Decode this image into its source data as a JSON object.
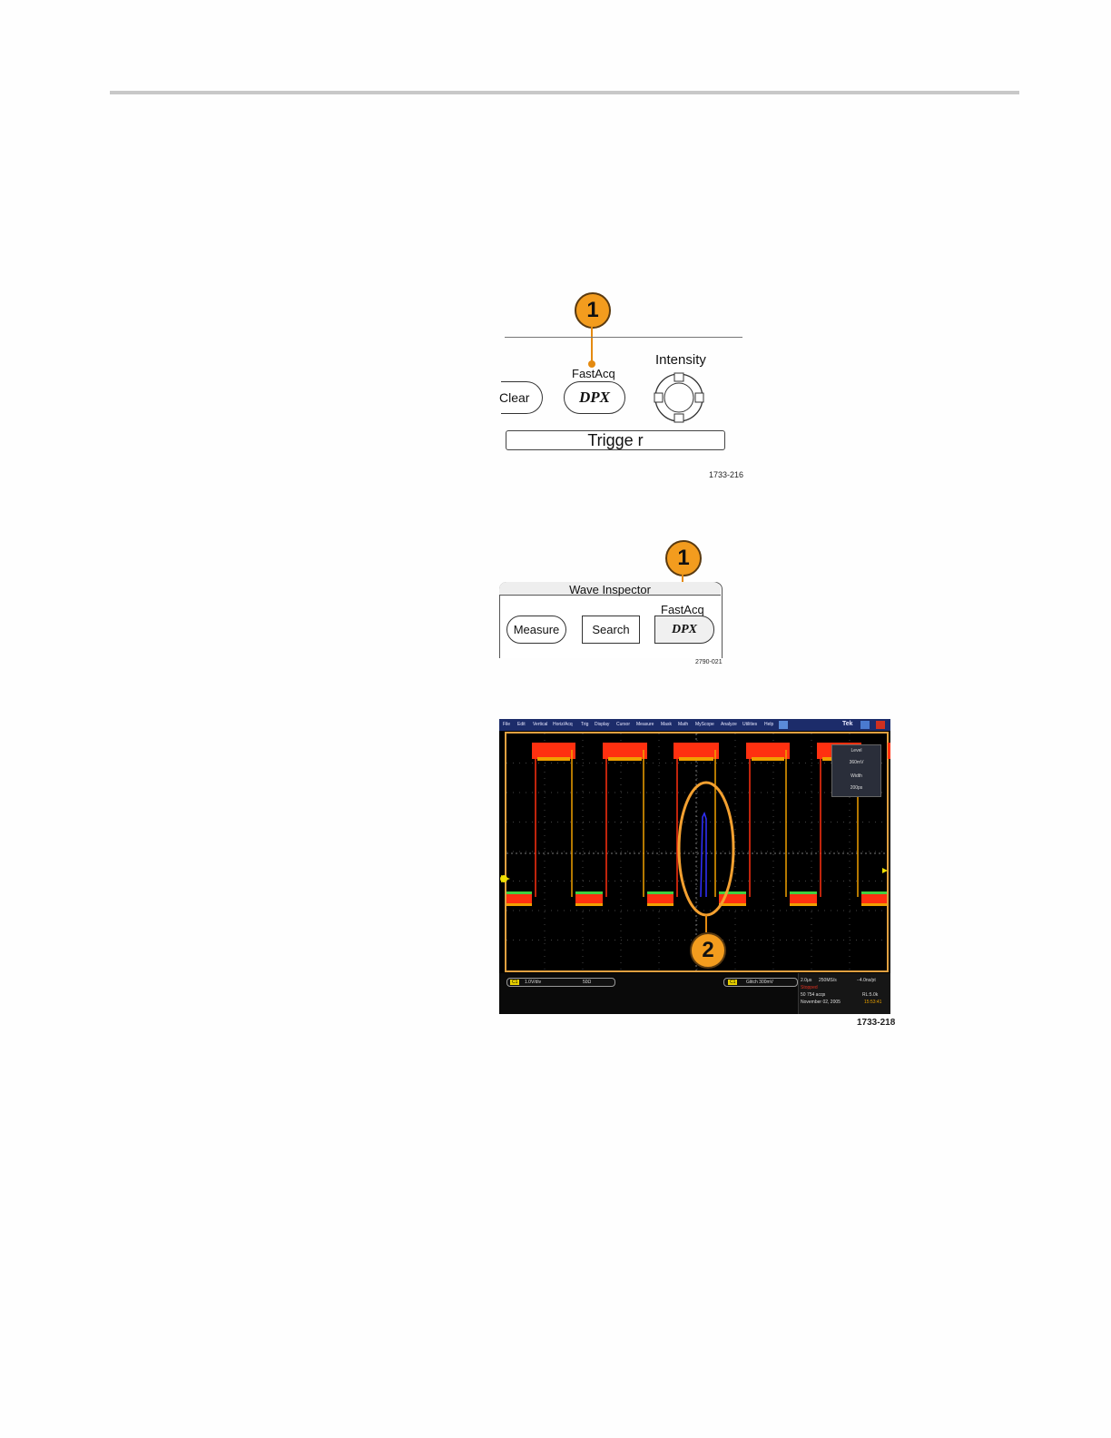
{
  "figure1": {
    "callout": "1",
    "fastacq_label": "FastAcq",
    "dpx_label": "DPX",
    "intensity_label": "Intensity",
    "clear_label": "Clear",
    "trigger_label": "Trigge r",
    "figure_id": "1733-216"
  },
  "figure2": {
    "callout": "1",
    "panel_title": "Wave Inspector",
    "fastacq_label": "FastAcq",
    "measure_label": "Measure",
    "search_label": "Search",
    "dpx_label": "DPX",
    "figure_id": "2790-021"
  },
  "figure3": {
    "callout": "2",
    "figure_id": "1733-218",
    "menu": [
      "File",
      "Edit",
      "Vertical",
      "Horiz/Acq",
      "Trig",
      "Display",
      "Cursor",
      "Measure",
      "Mask",
      "Math",
      "MyScope",
      "Analyze",
      "Utilities",
      "Help"
    ],
    "brand": "Tek",
    "popup": [
      "Level",
      "360mV",
      "Width",
      "200ps"
    ],
    "status": {
      "ch1_scale": "1.0V/div",
      "ch1_impedance": "50Ω",
      "trig_text": "Glitch  300mV",
      "horiz": "2.0μs",
      "sample_rate": "250MS/s",
      "record": "−4.0ns/pt",
      "state": "Stopped",
      "acqs": "50 754 acqs",
      "rl": "RL:5.0k",
      "date": "November 02, 2005",
      "time": "15:53:41"
    },
    "colors": {
      "trace_hot": "#ff3010",
      "trace_mid": "#f0a000",
      "trace_cool": "#40d040",
      "glitch": "#3030ff",
      "highlight": "#f3a030"
    }
  }
}
